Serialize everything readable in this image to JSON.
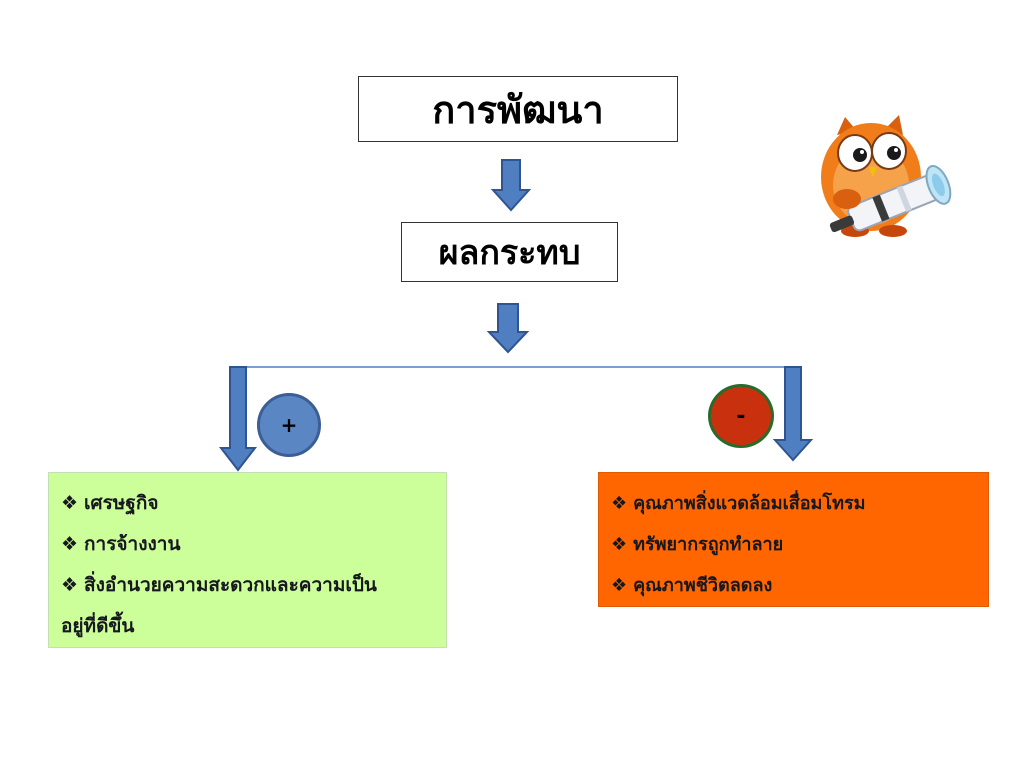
{
  "diagram": {
    "title": "การพัฒนา",
    "impact": "ผลกระทบ",
    "positive_symbol": "+",
    "negative_symbol": "-",
    "bullet": "❖",
    "positive": {
      "items": [
        "เศรษฐกิจ",
        "การจ้างงาน",
        "สิ่งอำนวยความสะดวกและความเป็นอยู่ที่ดีขึ้น"
      ]
    },
    "negative": {
      "items": [
        "คุณภาพสิ่งแวดล้อมเสื่อมโทรม",
        "ทรัพยากรถูกทำลาย",
        "คุณภาพชีวิตลดลง"
      ]
    }
  },
  "colors": {
    "arrow_fill": "#4f7fc0",
    "arrow_stroke": "#2f5590",
    "positive_box": "#ccff99",
    "negative_box": "#ff6600",
    "plus_circle": "#5b86c4",
    "minus_circle": "#c9310e"
  },
  "decoration": {
    "mascot_icon": "owl-with-telescope-icon"
  }
}
